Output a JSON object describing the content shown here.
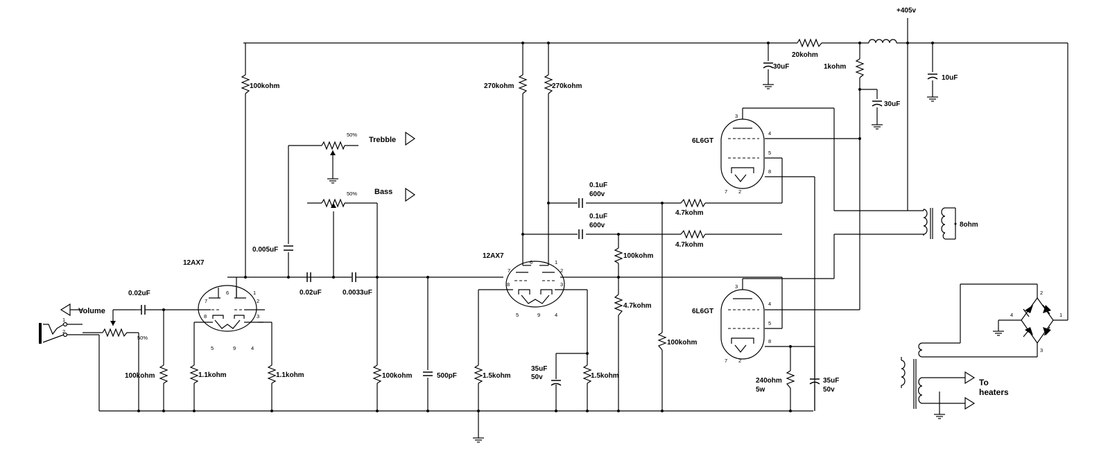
{
  "labels": {
    "supply": "+405v",
    "volume": "Volume",
    "volume_pct": "50%",
    "treble": "Trebble",
    "treble_pct": "50%",
    "bass": "Bass",
    "bass_pct": "50%",
    "tube1": "12AX7",
    "tube2": "12AX7",
    "tube3": "6L6GT",
    "tube4": "6L6GT",
    "r_100k_plate1": "100kohm",
    "r_270k_a": "270kohm",
    "r_270k_b": "270kohm",
    "r_20k": "20kohm",
    "r_1k": "1kohm",
    "c_30u_a": "30uF",
    "c_30u_b": "30uF",
    "c_10u": "10uF",
    "c_0005u": "0.005uF",
    "c_002u_in": "0.02uF",
    "c_002u_mid": "0.02uF",
    "c_00033u": "0.0033uF",
    "r_100k_in": "100kohm",
    "r_11k_a": "1.1kohm",
    "r_11k_b": "1.1kohm",
    "r_100k_tone": "100kohm",
    "c_500p": "500pF",
    "r_15k_a": "1.5kohm",
    "c_35u_50v": "35uF\n50v",
    "c_35u_top": "35uF",
    "c_35u_bot": "50v",
    "r_15k_b": "1.5kohm",
    "c_01u_a_top": "0.1uF",
    "c_01u_a_bot": "600v",
    "c_01u_b_top": "0.1uF",
    "c_01u_b_bot": "600v",
    "r_47k_a": "4.7kohm",
    "r_47k_b": "4.7kohm",
    "r_100k_pi": "100kohm",
    "r_47k_pi": "4.7kohm",
    "r_100k_bias": "100kohm",
    "r_240_top": "240ohm",
    "r_240_bot": "5w",
    "c_35u2_top": "35uF",
    "c_35u2_bot": "50v",
    "speaker": "8ohm",
    "heaters_top": "To",
    "heaters_bot": "heaters"
  },
  "pins": {
    "t1": [
      "7",
      "6",
      "1",
      "2",
      "8",
      "3",
      "5",
      "9",
      "4"
    ],
    "t2": [
      "6",
      "1",
      "7",
      "2",
      "8",
      "3",
      "5",
      "9",
      "4"
    ],
    "t3": [
      "3",
      "4",
      "5",
      "8",
      "7",
      "2"
    ],
    "t4": [
      "3",
      "4",
      "5",
      "8",
      "7",
      "2"
    ],
    "jack": [
      "1",
      "2"
    ],
    "bridge": [
      "2",
      "4",
      "1",
      "3"
    ]
  }
}
